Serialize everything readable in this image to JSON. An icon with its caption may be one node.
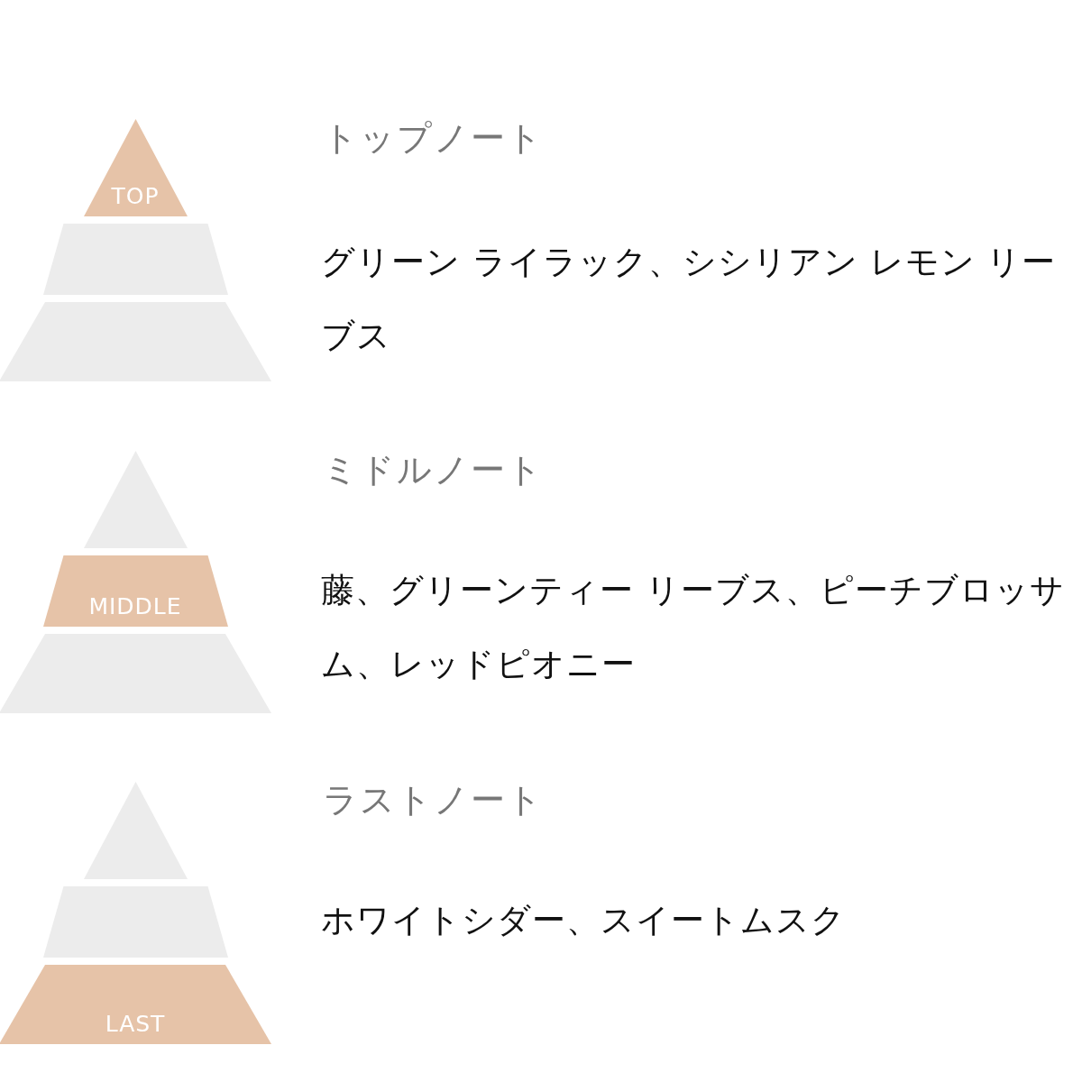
{
  "diagram": {
    "nodes": [
      {
        "text": [
          "TOP"
        ]
      },
      {
        "text": [],
        "shape": "trapezoid"
      },
      {
        "text": [],
        "shape": "trapezoid"
      },
      {
        "text": [],
        "shape": "triangle"
      },
      {
        "text": [
          "MIDDLE"
        ]
      },
      {
        "text": [],
        "shape": "trapezoid"
      },
      {
        "text": [],
        "shape": "triangle"
      },
      {
        "text": [],
        "shape": "trapezoid"
      },
      {
        "text": [
          "LAST"
        ]
      }
    ],
    "edges": [],
    "labels": [
      "トップノート",
      "グリーン ライラック、シシリアン レモン リーブス",
      "ミドルノート",
      "藤、グリーンティー リーブス、ピーチブロッサム、レッドピオニー",
      "ラストノート",
      "ホワイトシダー、スイートムスク"
    ]
  }
}
